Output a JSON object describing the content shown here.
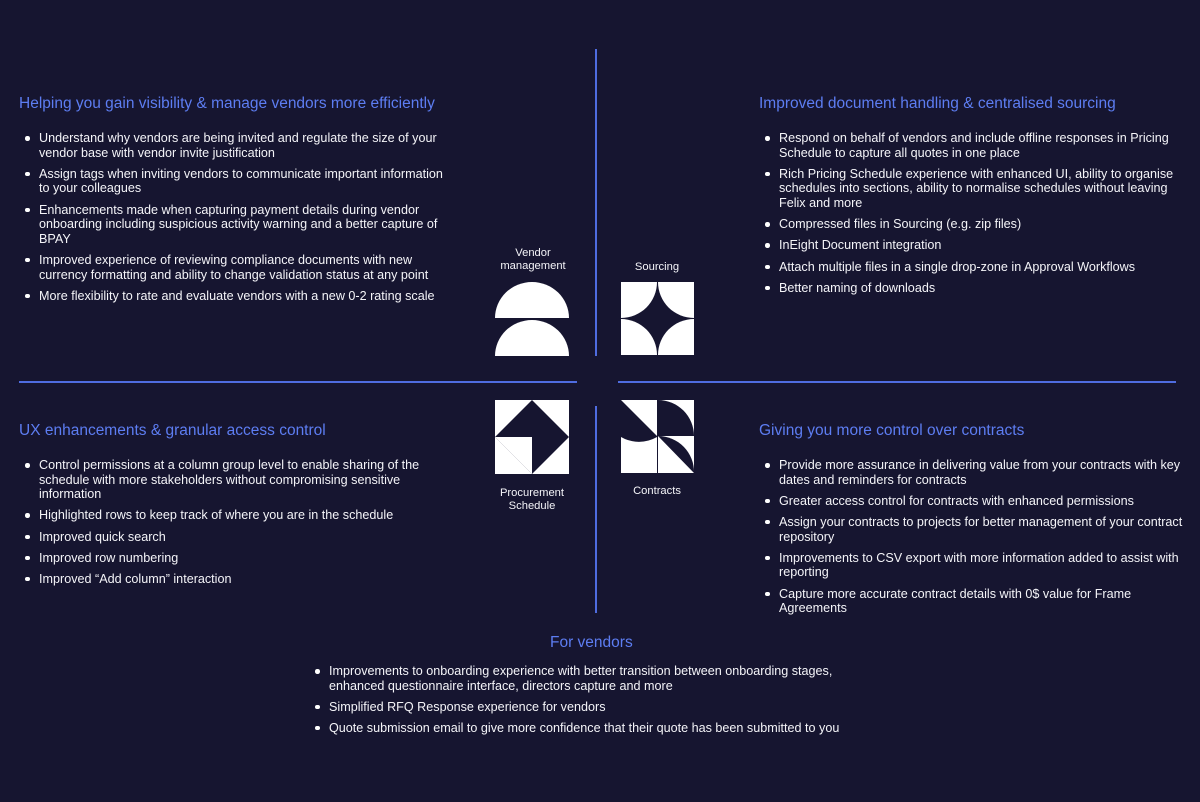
{
  "quadrants": {
    "top_left": {
      "heading": "Helping you gain visibility & manage vendors more efficiently",
      "items": [
        "Understand why vendors are being invited and regulate the size of your vendor base with vendor invite justification",
        "Assign tags when inviting vendors to communicate important information to your colleagues",
        "Enhancements made when capturing payment details during vendor onboarding including suspicious activity warning and a better capture of BPAY",
        "Improved experience of reviewing compliance documents with new currency formatting and ability to change validation status at any point",
        "More flexibility to rate and evaluate vendors with a new 0-2 rating scale"
      ]
    },
    "top_right": {
      "heading": "Improved document handling & centralised sourcing",
      "items": [
        "Respond on behalf of vendors  and include offline responses in Pricing Schedule to capture all quotes in one place",
        "Rich Pricing Schedule experience with enhanced UI, ability to organise schedules into sections, ability to normalise schedules without leaving Felix and more",
        "Compressed files in Sourcing (e.g. zip files)",
        "InEight Document integration",
        "Attach multiple files in a single drop-zone in Approval Workflows",
        "Better naming of downloads"
      ]
    },
    "bottom_left": {
      "heading": "UX enhancements & granular access control",
      "items": [
        "Control permissions at a column group level to enable sharing of the schedule with more stakeholders without compromising sensitive information",
        "Highlighted rows to keep track of where you are in the schedule",
        "Improved quick search",
        "Improved row numbering",
        "Improved “Add column” interaction"
      ]
    },
    "bottom_right": {
      "heading": "Giving you more control over contracts",
      "items": [
        "Provide more assurance in delivering value from your contracts with key dates and reminders for contracts",
        "Greater access control for contracts with enhanced permissions",
        "Assign your contracts to projects for better management of your contract repository",
        "Improvements to CSV export with more information added to assist with reporting",
        "Capture more accurate contract details with 0$ value for Frame Agreements"
      ]
    }
  },
  "vendors": {
    "heading": "For vendors",
    "items": [
      "Improvements to onboarding experience with better transition between onboarding stages, enhanced questionnaire interface, directors capture and more",
      "Simplified RFQ Response experience for vendors",
      "Quote submission email to give more confidence that their quote has been submitted to you"
    ]
  },
  "modules": {
    "vendor_management": {
      "label": "Vendor management",
      "icon": "vendor-management-icon"
    },
    "sourcing": {
      "label": "Sourcing",
      "icon": "sourcing-icon"
    },
    "procurement_schedule": {
      "label": "Procurement Schedule",
      "icon": "procurement-schedule-icon"
    },
    "contracts": {
      "label": "Contracts",
      "icon": "contracts-icon"
    }
  },
  "colors": {
    "background": "#161530",
    "accent": "#5d7df2",
    "text": "#f4f4f8"
  }
}
